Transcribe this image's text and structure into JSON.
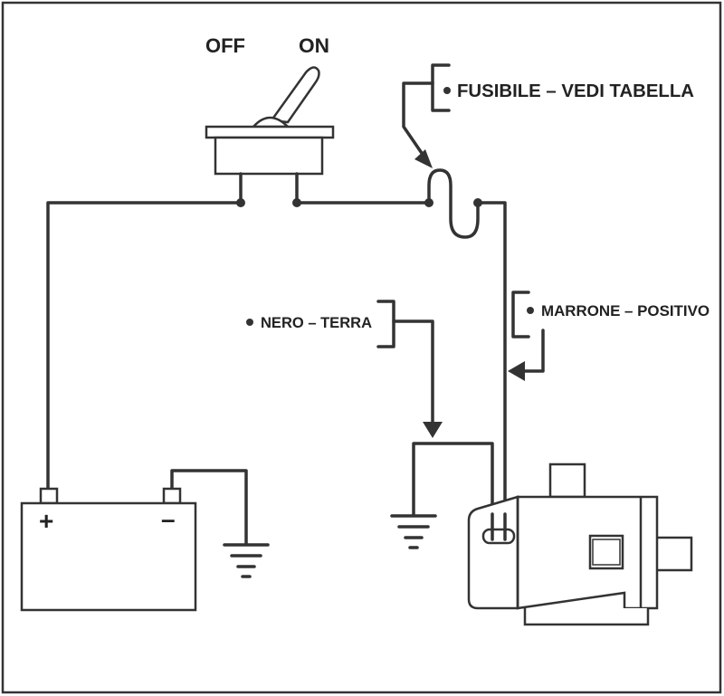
{
  "switch": {
    "off_label": "OFF",
    "on_label": "ON"
  },
  "labels": {
    "fuse": "FUSIBILE – VEDI TABELLA",
    "ground_wire": "NERO – TERRA",
    "positive_wire": "MARRONE – POSITIVO"
  },
  "battery": {
    "plus_symbol": "+",
    "minus_symbol": "–"
  },
  "colors": {
    "line": "#333333",
    "background": "#ffffff"
  }
}
